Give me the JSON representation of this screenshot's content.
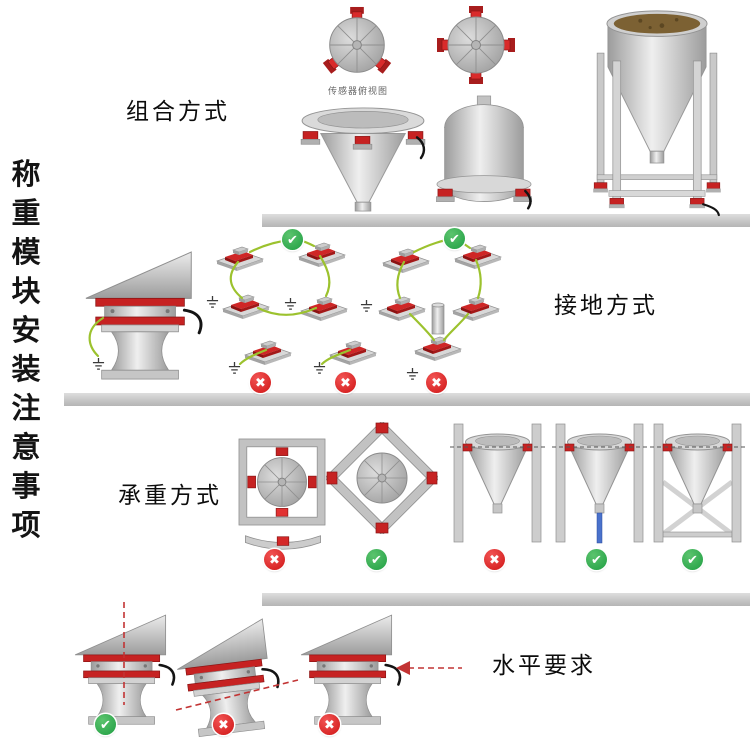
{
  "page": {
    "title": "称重模块安装注意事项",
    "background": "#ffffff"
  },
  "sidebar": {
    "chars": [
      "称",
      "重",
      "模",
      "块",
      "安",
      "装",
      "注",
      "意",
      "事",
      "项"
    ]
  },
  "sections": {
    "combo": {
      "label": "组合方式",
      "caption": "传感器俯视图"
    },
    "grounding": {
      "label": "接地方式"
    },
    "bearing": {
      "label": "承重方式"
    },
    "level": {
      "label": "水平要求"
    }
  },
  "icons": {
    "check": "✔",
    "cross": "✖"
  },
  "colors": {
    "accent_red": "#c62222",
    "ok_green": "#2fa84f",
    "error_red": "#d31515",
    "wire_green": "#9cc22e",
    "divider_gray": "#c6c6c6"
  }
}
